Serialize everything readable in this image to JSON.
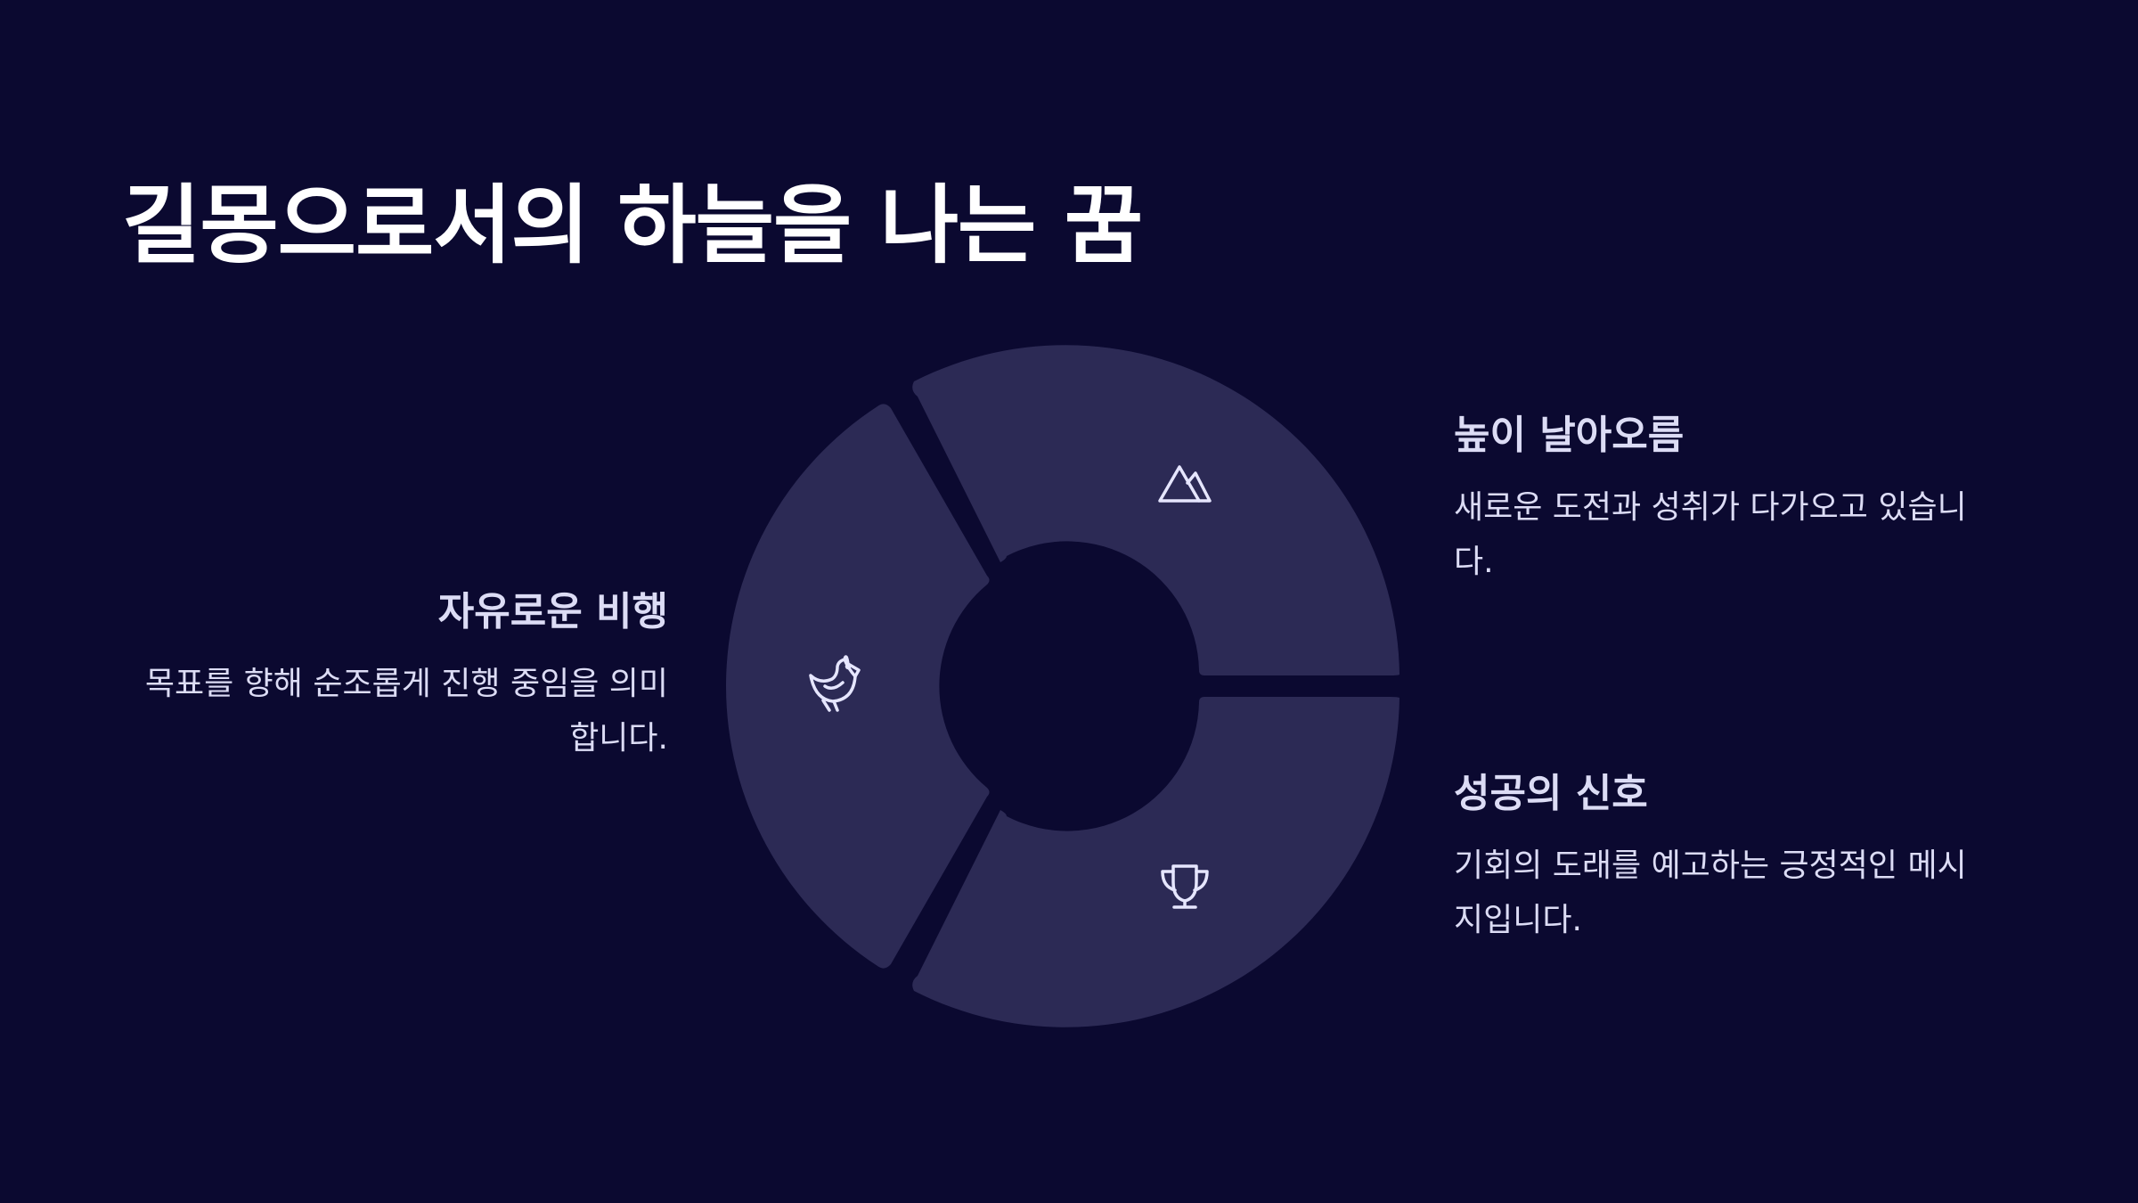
{
  "title": "길몽으로서의 하늘을 나는 꿈",
  "colors": {
    "background": "#0b0930",
    "segment": "#2c2a55",
    "icon": "#e6e6ff",
    "text": "#dcdcf5"
  },
  "segments": [
    {
      "id": "top-right",
      "icon": "mountain-icon"
    },
    {
      "id": "bottom-right",
      "icon": "trophy-icon"
    },
    {
      "id": "left",
      "icon": "bird-icon"
    }
  ],
  "items": {
    "left": {
      "title": "자유로운 비행",
      "desc_line1": "목표를 향해 순조롭게 진행 중임을 의미",
      "desc_line2": "합니다."
    },
    "right_top": {
      "title": "높이 날아오름",
      "desc_line1": "새로운 도전과 성취가 다가오고 있습니",
      "desc_line2": "다."
    },
    "right_bottom": {
      "title": "성공의 신호",
      "desc_line1": "기회의 도래를 예고하는 긍정적인 메시",
      "desc_line2": "지입니다."
    }
  }
}
